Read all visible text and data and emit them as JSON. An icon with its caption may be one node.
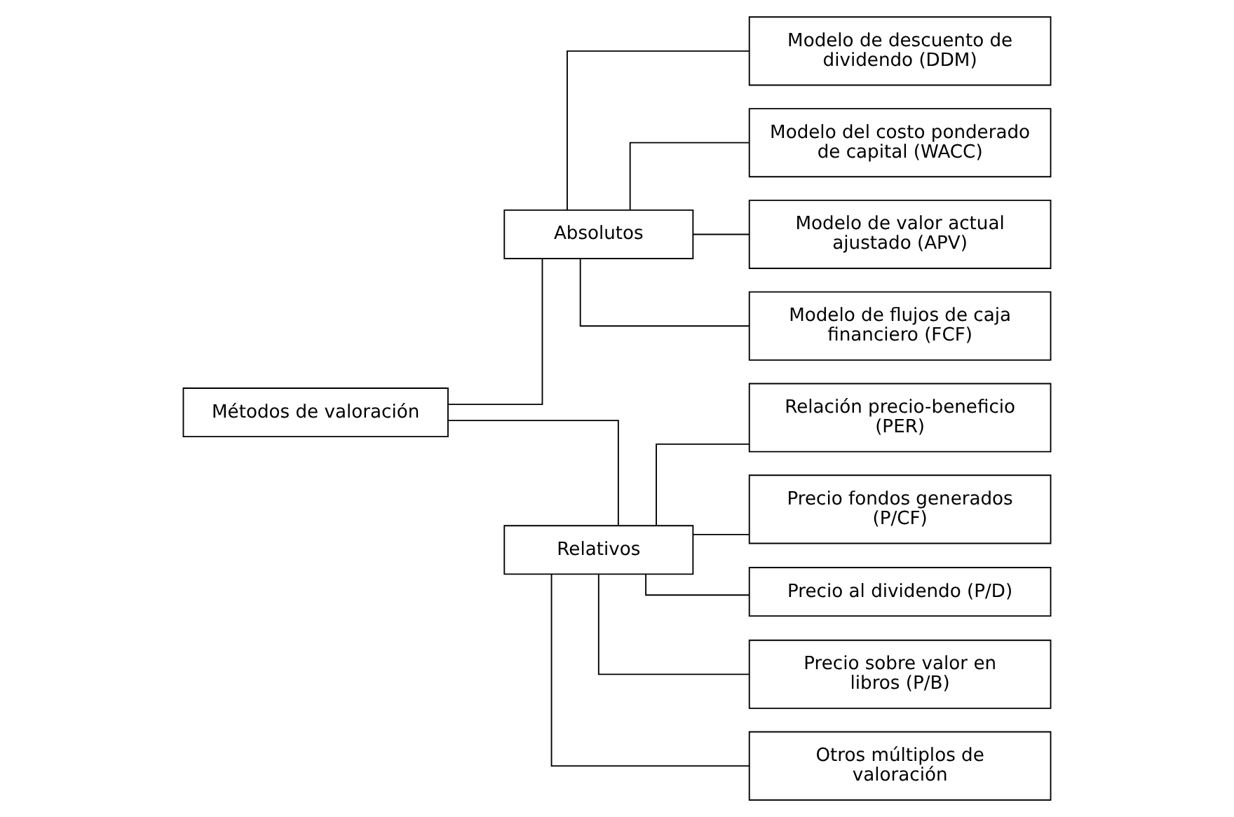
{
  "diagram": {
    "nodes": [
      {
        "text": [
          "Métodos de valoración"
        ]
      },
      {
        "text": [
          "Absolutos"
        ]
      },
      {
        "text": [
          "Relativos"
        ]
      },
      {
        "text": [
          "Modelo de descuento de dividendo (DDM)"
        ]
      },
      {
        "text": [
          "Modelo del costo ponderado de capital (WACC)"
        ]
      },
      {
        "text": [
          "Modelo de valor actual ajustado (APV)"
        ]
      },
      {
        "text": [
          "Modelo de flujos de caja financiero (FCF)"
        ]
      },
      {
        "text": [
          "Relación precio-beneficio (PER)"
        ]
      },
      {
        "text": [
          "Precio fondos generados (P/CF)"
        ]
      },
      {
        "text": [
          "Precio al dividendo (P/D)"
        ]
      },
      {
        "text": [
          "Precio sobre valor en libros (P/B)"
        ]
      },
      {
        "text": [
          "Otros múltiplos de valoración"
        ]
      }
    ],
    "edges": [
      {
        "from": 0,
        "to": 1,
        "arrow": "none"
      },
      {
        "from": 0,
        "to": 2,
        "arrow": "none"
      },
      {
        "from": 1,
        "to": 3,
        "arrow": "none"
      },
      {
        "from": 1,
        "to": 4,
        "arrow": "none"
      },
      {
        "from": 1,
        "to": 5,
        "arrow": "none"
      },
      {
        "from": 1,
        "to": 6,
        "arrow": "none"
      },
      {
        "from": 2,
        "to": 7,
        "arrow": "none"
      },
      {
        "from": 2,
        "to": 8,
        "arrow": "none"
      },
      {
        "from": 2,
        "to": 9,
        "arrow": "none"
      },
      {
        "from": 2,
        "to": 10,
        "arrow": "none"
      },
      {
        "from": 2,
        "to": 11,
        "arrow": "none"
      }
    ]
  }
}
